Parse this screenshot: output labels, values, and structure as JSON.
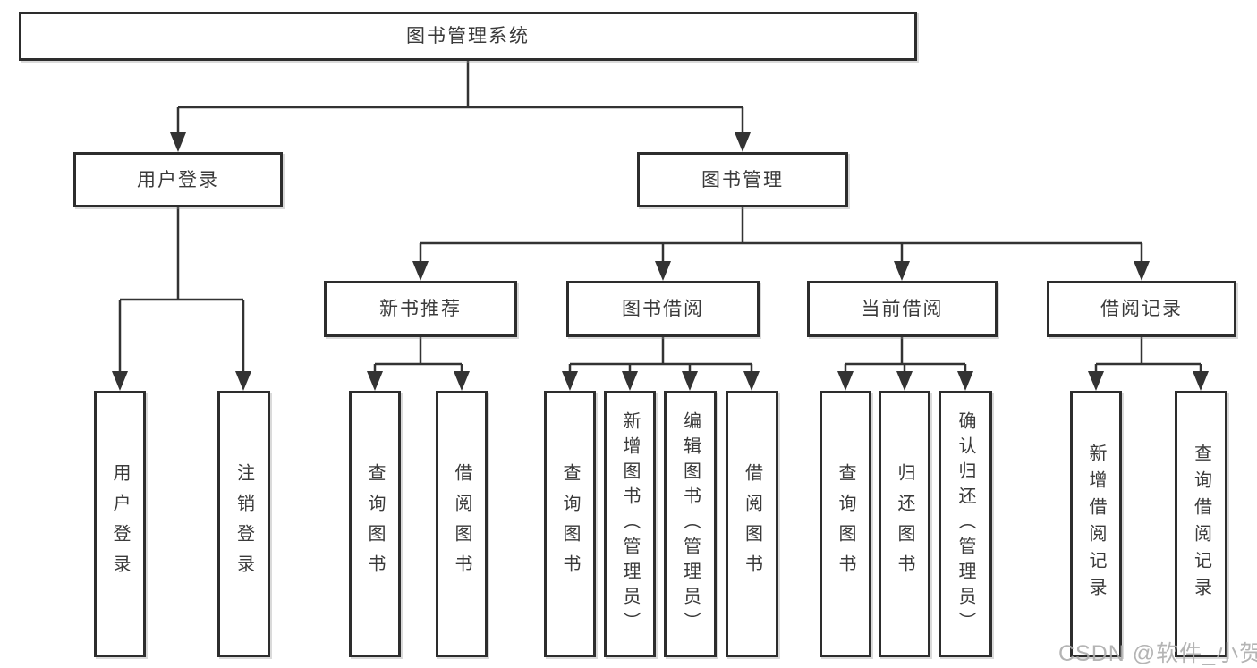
{
  "tree": {
    "root": {
      "label": "图书管理系统"
    },
    "branches": [
      {
        "label": "用户登录",
        "children": [
          {
            "label": "用户登录"
          },
          {
            "label": "注销登录"
          }
        ]
      },
      {
        "label": "图书管理",
        "children": [
          {
            "label": "新书推荐",
            "children": [
              {
                "label": "查询图书"
              },
              {
                "label": "借阅图书"
              }
            ]
          },
          {
            "label": "图书借阅",
            "children": [
              {
                "label": "查询图书"
              },
              {
                "label": "新增图书（管理员）"
              },
              {
                "label": "编辑图书（管理员）"
              },
              {
                "label": "借阅图书"
              }
            ]
          },
          {
            "label": "当前借阅",
            "children": [
              {
                "label": "查询图书"
              },
              {
                "label": "归还图书"
              },
              {
                "label": "确认归还（管理员）"
              }
            ]
          },
          {
            "label": "借阅记录",
            "children": [
              {
                "label": "新增借阅记录"
              },
              {
                "label": "查询借阅记录"
              }
            ]
          }
        ]
      }
    ]
  },
  "watermark": "CSDN @软件_小贺同学",
  "colors": {
    "line": "#333333",
    "box_border": "#2d2d2d",
    "text": "#3a3a3a",
    "background": "#ffffff",
    "watermark": "#acacac"
  }
}
